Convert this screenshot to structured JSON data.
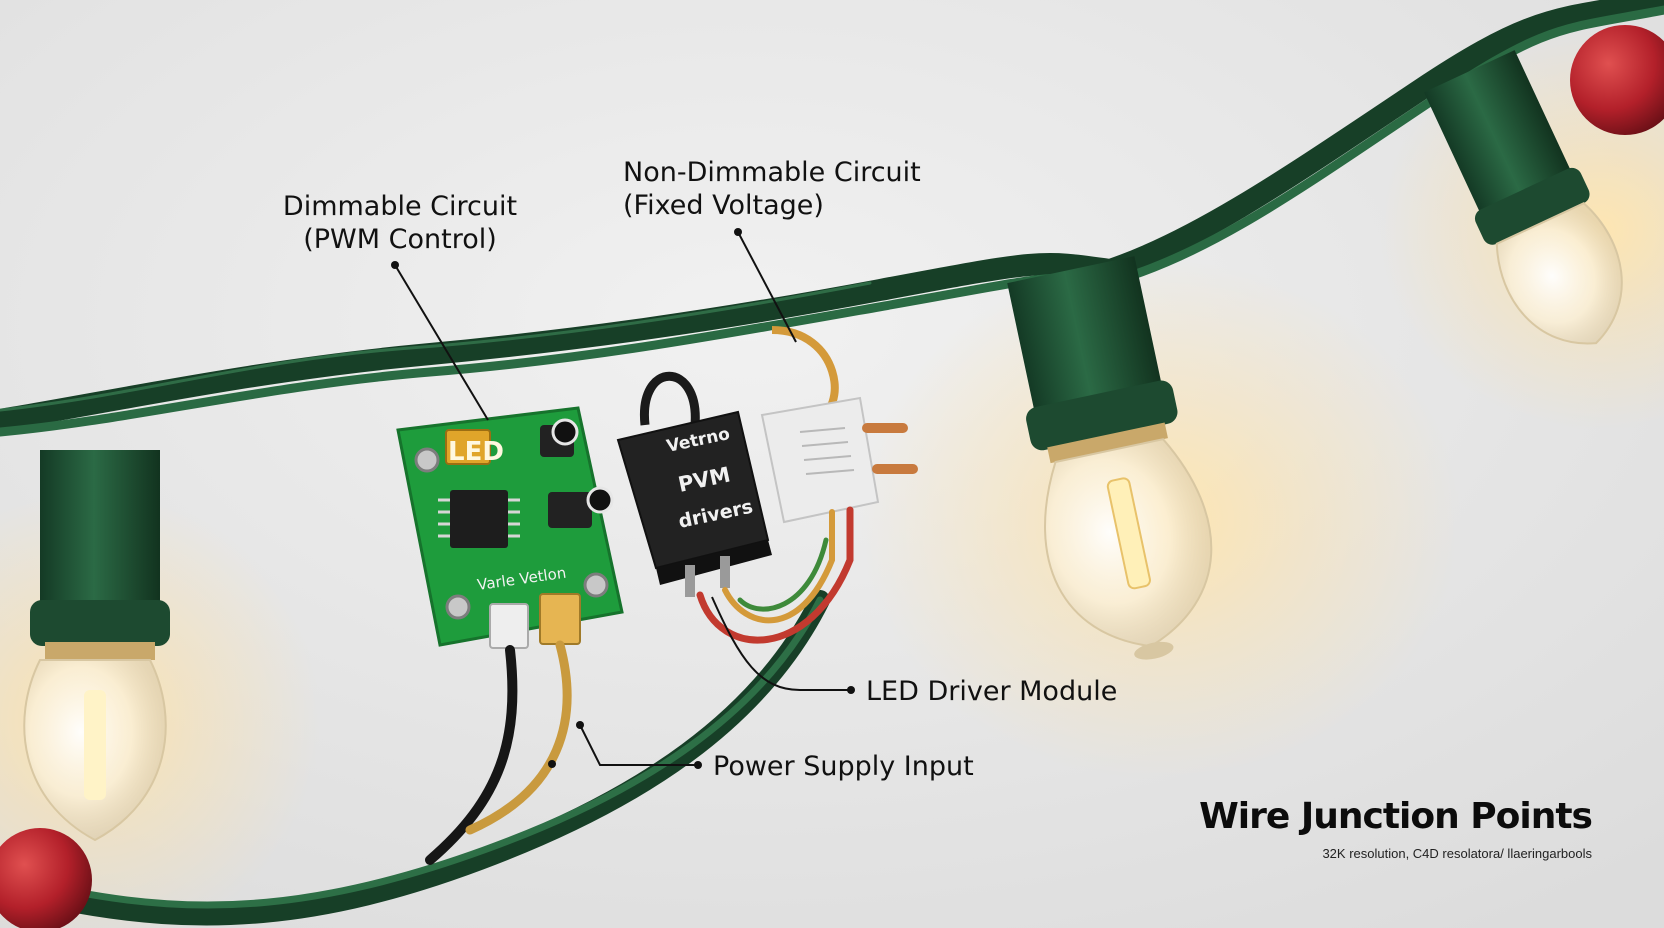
{
  "labels": {
    "dimmable": {
      "line1": "Dimmable Circuit",
      "line2": "(PWM Control)"
    },
    "non_dimmable": {
      "line1": "Non-Dimmable Circuit",
      "line2": "(Fixed Voltage)"
    },
    "led_driver": "LED Driver Module",
    "power_supply": "Power Supply Input"
  },
  "pcb": {
    "led_text": "LED",
    "bottom_text": "Varle Vetlon"
  },
  "driver_box": {
    "line1": "Vetrno",
    "line2": "PVM",
    "line3": "drivers"
  },
  "footer": {
    "title": "Wire Junction Points",
    "subtitle": "32K resolution, C4D resolatora/ llaeringarbools"
  },
  "colors": {
    "background": "#ebebeb",
    "wire_green": "#1f5234",
    "pcb_green": "#1e9c3c",
    "bulb_glow": "#ffe2a6",
    "ornament_red": "#b3202a"
  }
}
